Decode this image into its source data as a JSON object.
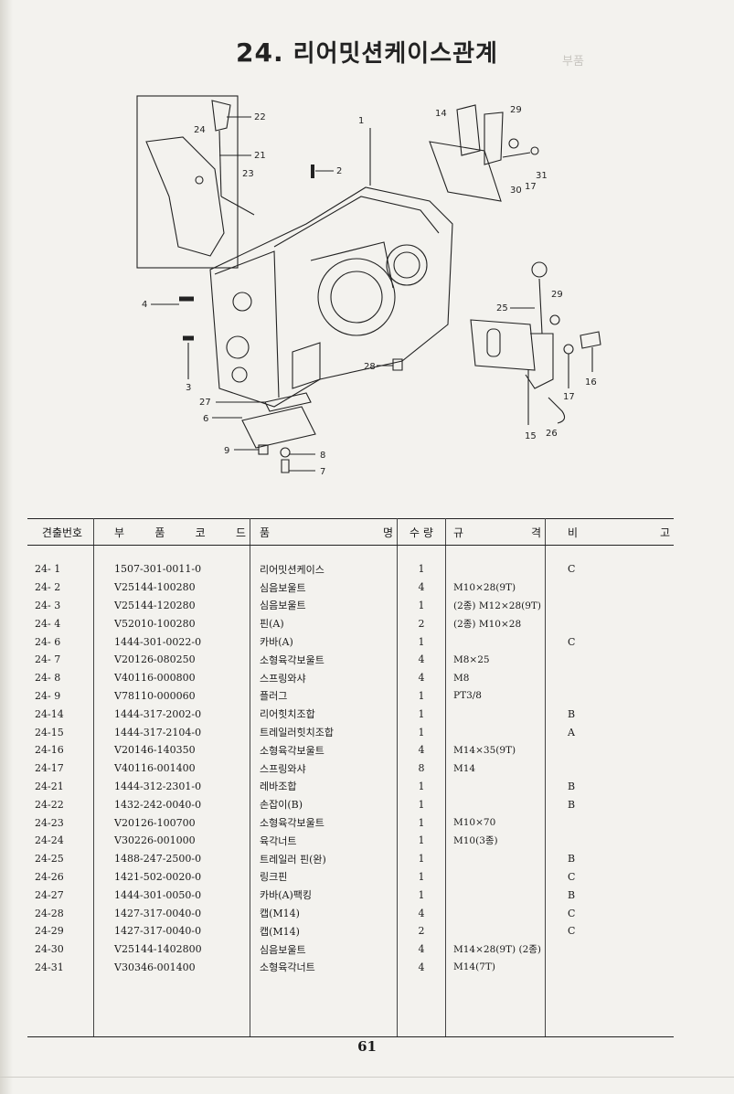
{
  "header": {
    "number": "24.",
    "title": "리어밋션케이스관계",
    "ghost_text": "부품"
  },
  "diagram": {
    "callouts": [
      "22",
      "24",
      "21",
      "23",
      "1",
      "2",
      "14",
      "29",
      "31",
      "30",
      "17",
      "4",
      "3",
      "27",
      "6",
      "9",
      "8",
      "7",
      "28",
      "25",
      "29",
      "16",
      "17",
      "15",
      "26"
    ]
  },
  "table": {
    "headers": {
      "no": "견출번호",
      "code": [
        "부",
        "품",
        "코",
        "드"
      ],
      "name": [
        "품",
        "명"
      ],
      "qty": "수 량",
      "spec": [
        "규",
        "격"
      ],
      "note": [
        "비",
        "고"
      ]
    },
    "rows": [
      {
        "no": "24- 1",
        "code": "1507-301-0011-0",
        "name": "리어밋션케이스",
        "qty": "1",
        "spec": "",
        "note": "C"
      },
      {
        "no": "24- 2",
        "code": "V25144-100280",
        "name": "심음보울트",
        "qty": "4",
        "spec": "M10×28(9T)",
        "note": ""
      },
      {
        "no": "24- 3",
        "code": "V25144-120280",
        "name": "심음보울트",
        "qty": "1",
        "spec": "(2종)  M12×28(9T)",
        "note": ""
      },
      {
        "no": "24- 4",
        "code": "V52010-100280",
        "name": "핀(A)",
        "qty": "2",
        "spec": "(2종)  M10×28",
        "note": ""
      },
      {
        "no": "24- 6",
        "code": "1444-301-0022-0",
        "name": "카바(A)",
        "qty": "1",
        "spec": "",
        "note": "C"
      },
      {
        "no": "24- 7",
        "code": "V20126-080250",
        "name": "소형육각보울트",
        "qty": "4",
        "spec": "M8×25",
        "note": ""
      },
      {
        "no": "24- 8",
        "code": "V40116-000800",
        "name": "스프링와샤",
        "qty": "4",
        "spec": "M8",
        "note": ""
      },
      {
        "no": "24- 9",
        "code": "V78110-000060",
        "name": "플러그",
        "qty": "1",
        "spec": "PT3/8",
        "note": ""
      },
      {
        "no": "24-14",
        "code": "1444-317-2002-0",
        "name": "리어힛치조합",
        "qty": "1",
        "spec": "",
        "note": "B"
      },
      {
        "no": "24-15",
        "code": "1444-317-2104-0",
        "name": "트레일러힛치조합",
        "qty": "1",
        "spec": "",
        "note": "A"
      },
      {
        "no": "24-16",
        "code": "V20146-140350",
        "name": "소형육각보울트",
        "qty": "4",
        "spec": "M14×35(9T)",
        "note": ""
      },
      {
        "no": "24-17",
        "code": "V40116-001400",
        "name": "스프링와샤",
        "qty": "8",
        "spec": "M14",
        "note": ""
      },
      {
        "no": "24-21",
        "code": "1444-312-2301-0",
        "name": "레바조합",
        "qty": "1",
        "spec": "",
        "note": "B"
      },
      {
        "no": "24-22",
        "code": "1432-242-0040-0",
        "name": "손잡이(B)",
        "qty": "1",
        "spec": "",
        "note": "B"
      },
      {
        "no": "24-23",
        "code": "V20126-100700",
        "name": "소형육각보울트",
        "qty": "1",
        "spec": "M10×70",
        "note": ""
      },
      {
        "no": "24-24",
        "code": "V30226-001000",
        "name": "육각너트",
        "qty": "1",
        "spec": "M10(3종)",
        "note": ""
      },
      {
        "no": "24-25",
        "code": "1488-247-2500-0",
        "name": "트레일러 핀(완)",
        "qty": "1",
        "spec": "",
        "note": "B"
      },
      {
        "no": "24-26",
        "code": "1421-502-0020-0",
        "name": "링크핀",
        "qty": "1",
        "spec": "",
        "note": "C"
      },
      {
        "no": "24-27",
        "code": "1444-301-0050-0",
        "name": "카바(A)팩킹",
        "qty": "1",
        "spec": "",
        "note": "B"
      },
      {
        "no": "24-28",
        "code": "1427-317-0040-0",
        "name": "캡(M14)",
        "qty": "4",
        "spec": "",
        "note": "C"
      },
      {
        "no": "24-29",
        "code": "1427-317-0040-0",
        "name": "캡(M14)",
        "qty": "2",
        "spec": "",
        "note": "C"
      },
      {
        "no": "24-30",
        "code": "V25144-1402800",
        "name": "심음보울트",
        "qty": "4",
        "spec": "M14×28(9T)  (2종)",
        "note": ""
      },
      {
        "no": "24-31",
        "code": "V30346-001400",
        "name": "소형육각너트",
        "qty": "4",
        "spec": "M14(7T)",
        "note": ""
      }
    ]
  },
  "footer": {
    "page_number": "61"
  }
}
